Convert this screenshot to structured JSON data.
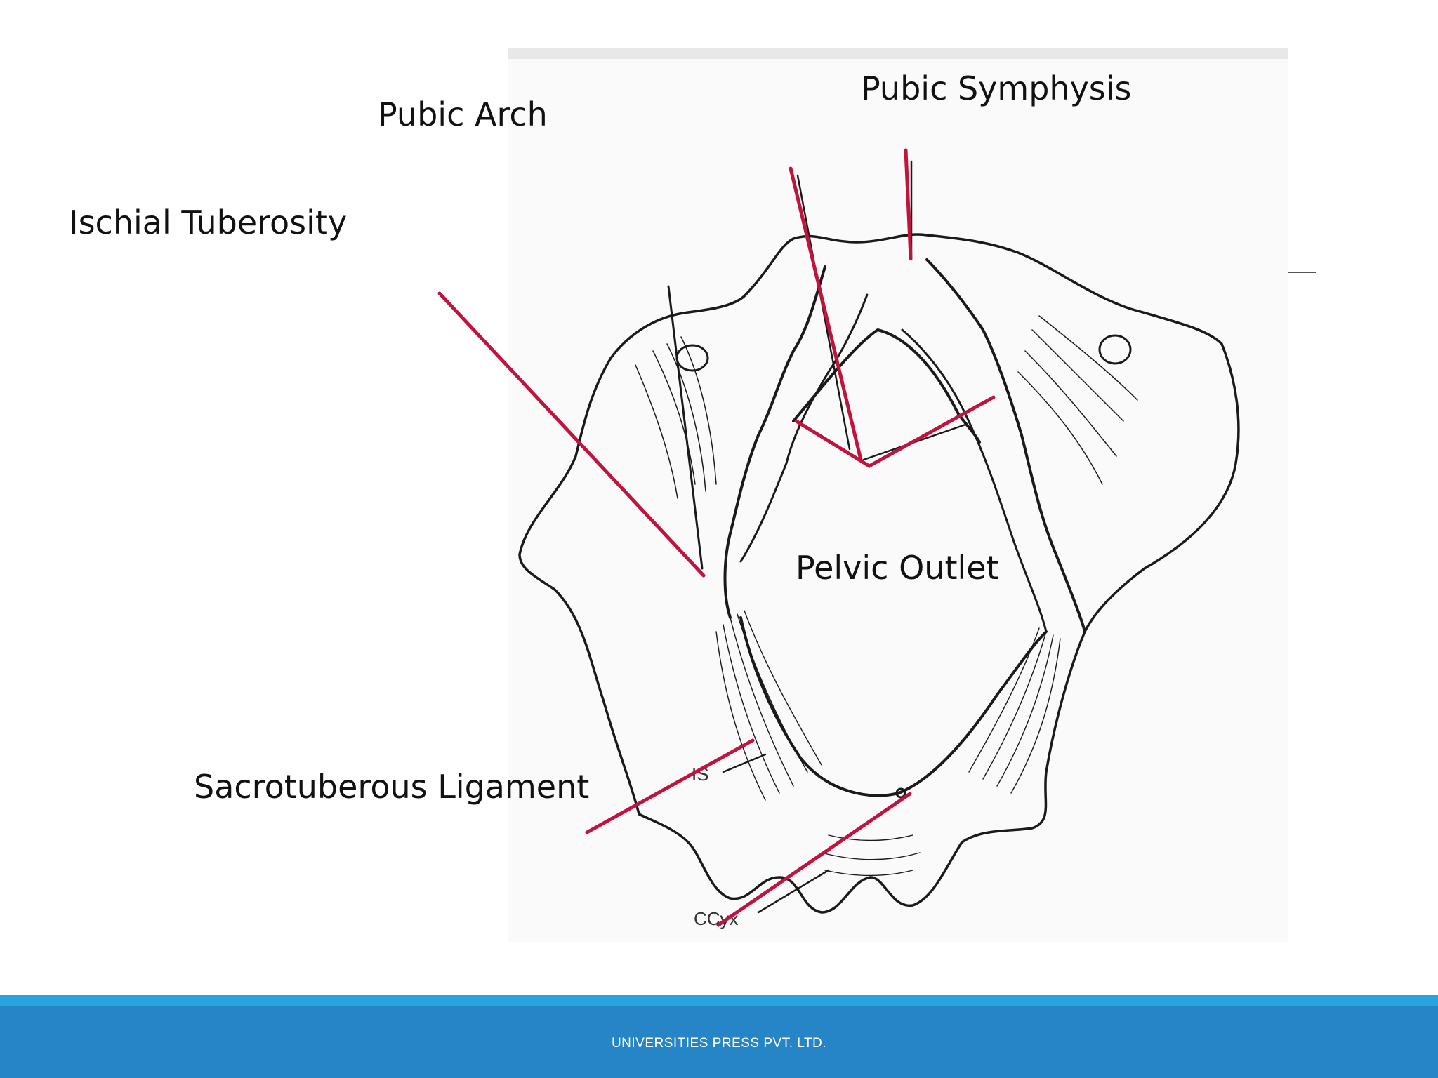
{
  "slide": {
    "labels": {
      "pubic_arch": "Pubic Arch",
      "pubic_symphysis": "Pubic Symphysis",
      "ischial_tuberosity": "Ischial Tuberosity",
      "pelvic_outlet": "Pelvic Outlet",
      "sacrotuberous_ligament": "Sacrotuberous Ligament"
    },
    "leader_color": "#c0143c",
    "drawing_color": "#1a1a1a"
  },
  "footer": {
    "text": "UNIVERSITIES PRESS PVT. LTD.",
    "stripe_color": "#29a3de",
    "bar_color": "#2585c6"
  }
}
